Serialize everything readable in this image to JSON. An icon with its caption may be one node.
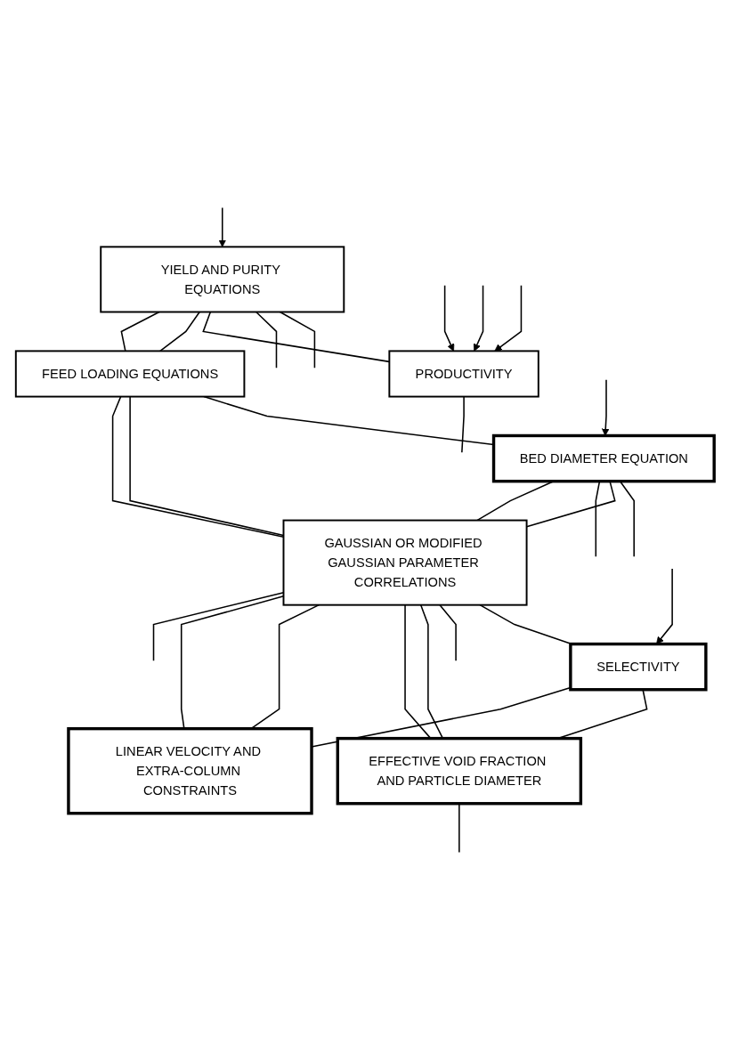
{
  "diagram": {
    "nodes": [
      {
        "text": [
          "YIELD AND PURITY EQUATIONS"
        ]
      },
      {
        "text": [
          "PRODUCTIVITY"
        ]
      },
      {
        "text": [
          "FEED LOADING EQUATIONS"
        ]
      },
      {
        "text": [
          "BED DIAMETER EQUATION"
        ]
      },
      {
        "text": [
          "GAUSSIAN OR MODIFIED GAUSSIAN PARAMETER CORRELATIONS"
        ]
      },
      {
        "text": [
          "SELECTIVITY"
        ]
      },
      {
        "text": [
          "EFFECTIVE VOID FRACTION AND PARTICLE DIAMETER"
        ]
      },
      {
        "text": [
          "LINEAR VELOCITY AND EXTRA-COLUMN CONSTRAINTS"
        ]
      }
    ],
    "edges": [
      {
        "from": null,
        "to": 0,
        "arrow": "to"
      },
      {
        "from": 0,
        "to": null,
        "arrow": "none"
      },
      {
        "from": 0,
        "to": null,
        "arrow": "none"
      },
      {
        "from": null,
        "to": 1,
        "arrow": "to"
      },
      {
        "from": null,
        "to": 1,
        "arrow": "to"
      },
      {
        "from": null,
        "to": 1,
        "arrow": "to"
      },
      {
        "from": 0,
        "to": 1,
        "arrow": "none"
      },
      {
        "from": 1,
        "to": null,
        "arrow": "none"
      },
      {
        "from": 0,
        "to": 2,
        "arrow": "none"
      },
      {
        "from": 0,
        "to": 2,
        "arrow": "none"
      },
      {
        "from": null,
        "to": 3,
        "arrow": "to"
      },
      {
        "from": 2,
        "to": 3,
        "arrow": "none"
      },
      {
        "from": 3,
        "to": null,
        "arrow": "none"
      },
      {
        "from": 3,
        "to": 4,
        "arrow": "none"
      },
      {
        "from": 3,
        "to": null,
        "arrow": "none"
      },
      {
        "from": 2,
        "to": 4,
        "arrow": "none"
      },
      {
        "from": 2,
        "to": 4,
        "arrow": "none"
      },
      {
        "from": 4,
        "to": 5,
        "arrow": "none"
      },
      {
        "from": 4,
        "to": null,
        "arrow": "none"
      },
      {
        "from": 4,
        "to": 6,
        "arrow": "none"
      },
      {
        "from": 4,
        "to": 6,
        "arrow": "none"
      },
      {
        "from": 4,
        "to": 7,
        "arrow": "none"
      },
      {
        "from": 4,
        "to": 7,
        "arrow": "none"
      },
      {
        "from": 4,
        "to": null,
        "arrow": "none"
      },
      {
        "from": 4,
        "to": 3,
        "arrow": "none"
      },
      {
        "from": null,
        "to": 5,
        "arrow": "to"
      },
      {
        "from": 5,
        "to": 6,
        "arrow": "none"
      },
      {
        "from": 5,
        "to": 7,
        "arrow": "none"
      },
      {
        "from": 6,
        "to": null,
        "arrow": "none"
      }
    ]
  }
}
